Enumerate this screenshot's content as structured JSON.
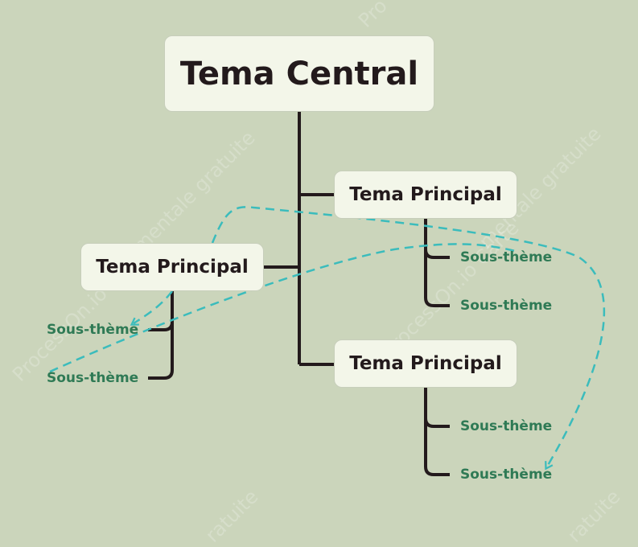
{
  "central_topic": "Tema Central",
  "main_topics": [
    {
      "label": "Tema Principal",
      "subtopics": [
        "Sous-thème",
        "Sous-thème"
      ]
    },
    {
      "label": "Tema Principal",
      "subtopics": [
        "Sous-thème",
        "Sous-thème"
      ]
    },
    {
      "label": "Tema Principal",
      "subtopics": [
        "Sous-thème",
        "Sous-thème"
      ]
    }
  ],
  "watermarks": [
    "mentale gratuite",
    "mentale gratuite",
    "ProcessOn.io Carte",
    "ProcessOn.io",
    "ratuite",
    "ratuite",
    "Pro"
  ],
  "colors": {
    "background": "#cbd5bb",
    "node_fill": "#f3f6e9",
    "connector": "#231a1c",
    "subtopic_text": "#2f7a55",
    "relation_arrow": "#3bbcbc"
  }
}
